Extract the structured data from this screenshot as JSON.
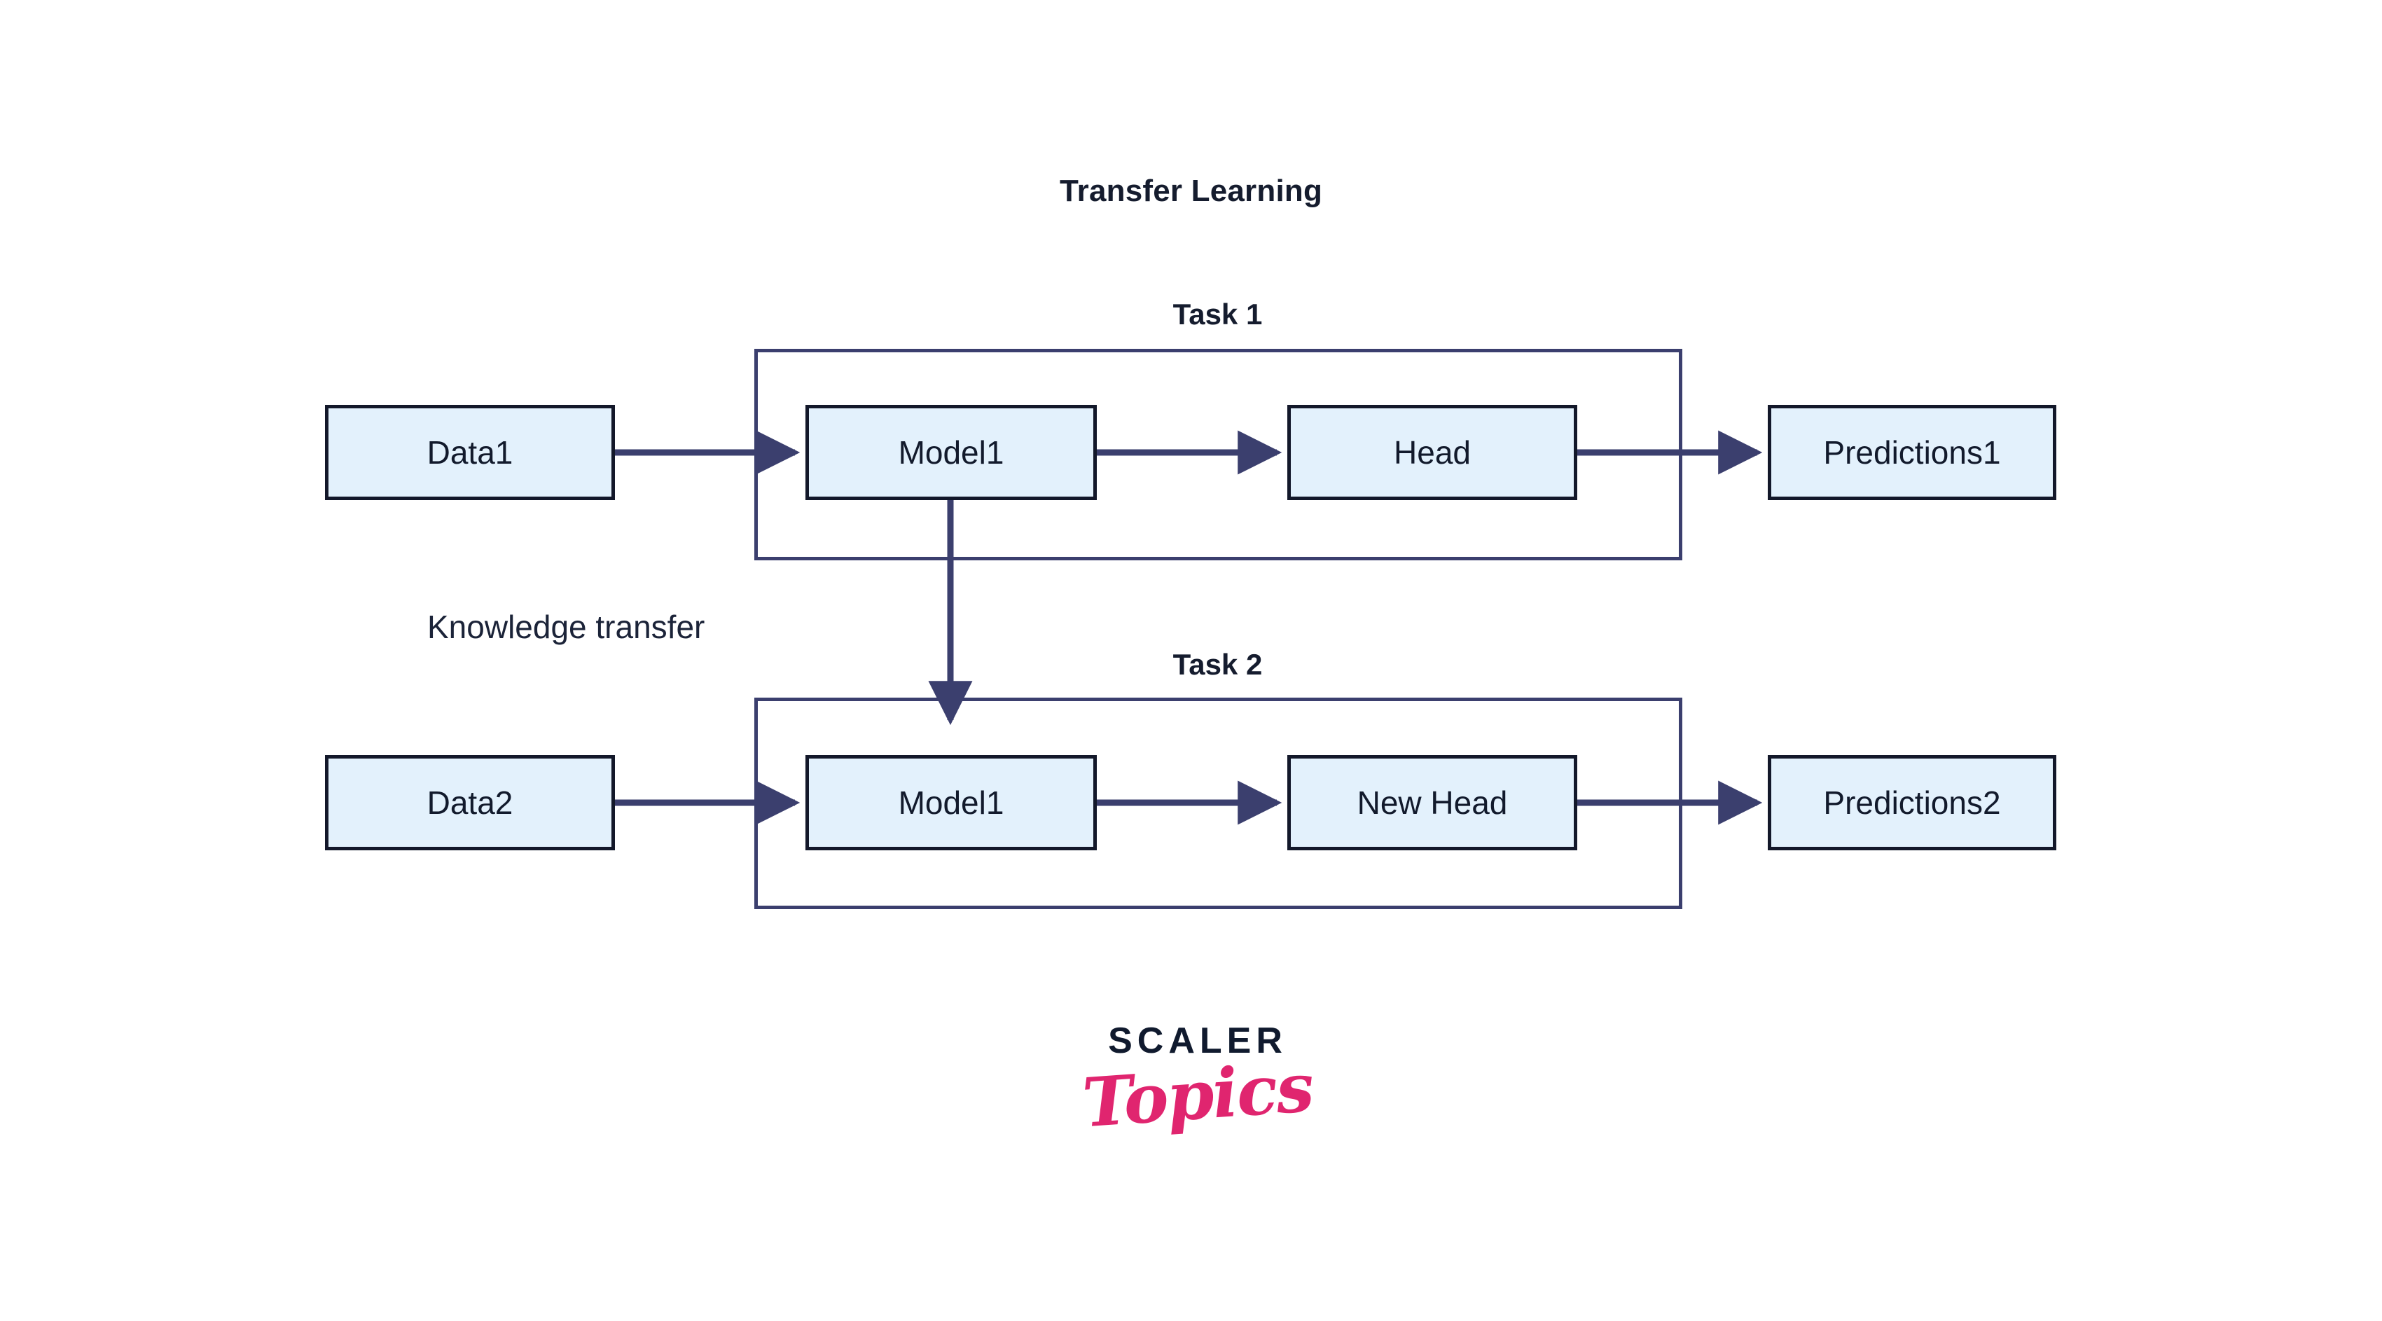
{
  "diagram": {
    "title": "Transfer Learning",
    "transfer_label": "Knowledge transfer",
    "task1_title": "Task 1",
    "task2_title": "Task 2",
    "nodes": {
      "data1": "Data1",
      "model1_task1": "Model1",
      "head": "Head",
      "predictions1": "Predictions1",
      "data2": "Data2",
      "model1_task2": "Model1",
      "new_head": "New Head",
      "predictions2": "Predictions2"
    },
    "colors": {
      "box_fill": "#e3f1fc",
      "box_border": "#13182a",
      "container_border": "#3b3f6e",
      "arrow": "#3b3f6e",
      "text": "#121a2c",
      "background": "#ffffff"
    }
  },
  "logo": {
    "word_mark": "SCALER",
    "script_mark": "Topics",
    "script_color": "#e0256f",
    "word_color": "#101a2e"
  }
}
